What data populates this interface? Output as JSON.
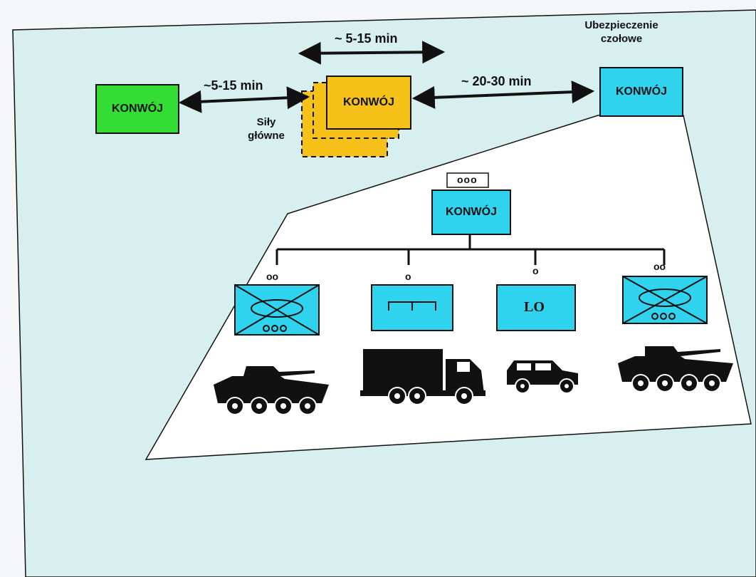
{
  "colors": {
    "page": "#f4f6f7",
    "slide_background": "#d8efef",
    "convoy_green": "#33dd33",
    "convoy_yellow": "#f6c21a",
    "convoy_cyan": "#2fd3ee",
    "white": "#ffffff",
    "black": "#111111"
  },
  "convoys": {
    "left": {
      "label": "KONWÓJ"
    },
    "center": {
      "label": "KONWÓJ",
      "caption_line1": "Siły",
      "caption_line2": "główne"
    },
    "right": {
      "label": "KONWÓJ",
      "caption_line1": "Ubezpieczenie",
      "caption_line2": "czołowe"
    }
  },
  "intervals": {
    "upper": "~ 5-15 min",
    "left": "~5-15 min",
    "right": "~ 20-30 min"
  },
  "detail": {
    "hq": {
      "label": "KONWÓJ",
      "marker": "ooo"
    },
    "units": [
      {
        "id": "apc-1",
        "symbol": "armored-infantry",
        "marker": "oo",
        "caption": "",
        "vehicle": "wheeled-apc-icon"
      },
      {
        "id": "transport",
        "symbol": "transport",
        "marker": "o",
        "caption": "",
        "vehicle": "cargo-truck-icon"
      },
      {
        "id": "liaison",
        "symbol": "liaison",
        "marker": "o",
        "caption": "LO",
        "vehicle": "suv-icon"
      },
      {
        "id": "apc-2",
        "symbol": "armored-infantry",
        "marker": "oo",
        "caption": "",
        "vehicle": "wheeled-apc-icon"
      }
    ]
  }
}
